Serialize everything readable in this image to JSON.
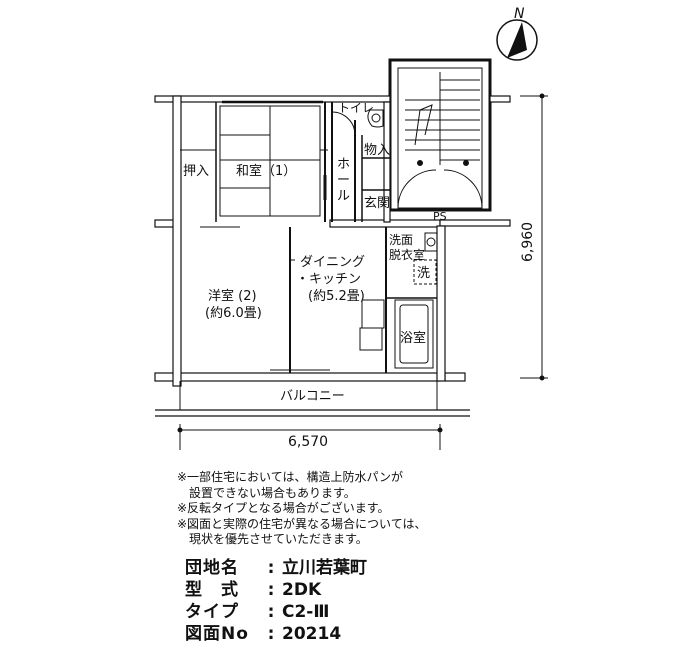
{
  "compass": {
    "label": "N"
  },
  "rooms": {
    "washitsu": "和室（1）",
    "oshiire": "押入",
    "toilet": "トイレ",
    "hall": "ホール",
    "monoire": "物入",
    "genkan": "玄関",
    "ps": "PS",
    "dk_line1": "ダイニング",
    "dk_line2": "・キッチン",
    "dk_line3": "(約5.2畳)",
    "senmen_line1": "洗面",
    "senmen_line2": "脱衣室",
    "sen": "洗",
    "yoshitsu_line1": "洋室 (2)",
    "yoshitsu_line2": "(約6.0畳)",
    "yokushitsu": "浴室",
    "balcony": "バルコニー"
  },
  "dimensions": {
    "width": "6,570",
    "depth": "6,960"
  },
  "notes": [
    "※一部住宅においては、構造上防水パンが",
    "設置できない場合もあります。",
    "※反転タイプとなる場合がございます。",
    "※図面と実際の住宅が異なる場合については、",
    "現状を優先させていただきます。"
  ],
  "info": [
    {
      "label": "団地名",
      "value": "立川若葉町"
    },
    {
      "label": "型　式",
      "value": "2DK"
    },
    {
      "label": "タイプ",
      "value": "C2-Ⅲ"
    },
    {
      "label": "図面No",
      "value": "20214"
    }
  ],
  "info_separator": ":"
}
